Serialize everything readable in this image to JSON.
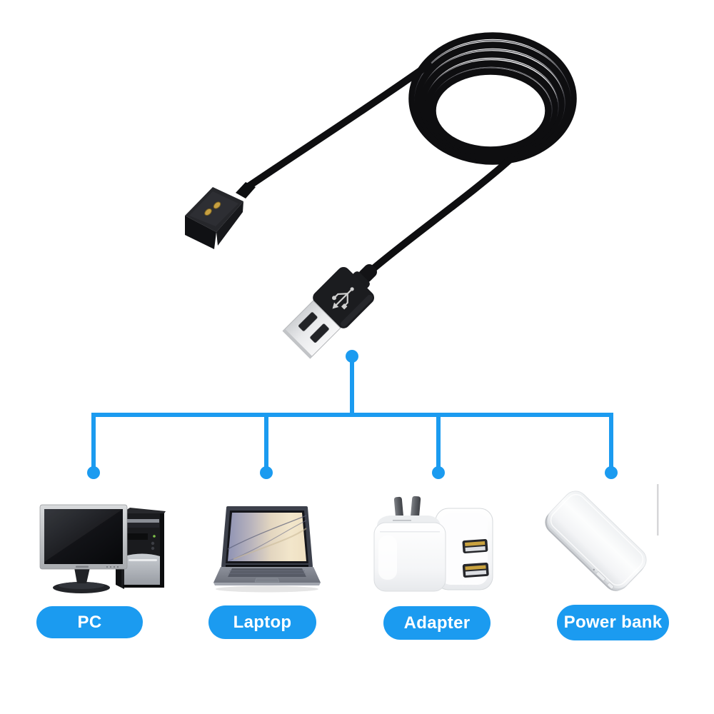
{
  "image": {
    "subject": "magnetic-watch-charger-usb-cable-compatibility-infographic",
    "background": "#ffffff"
  },
  "colors": {
    "accent": "#1b9bf0",
    "cable": "#0e0e10",
    "pill_text": "#ffffff"
  },
  "cable": {
    "parts": [
      {
        "name": "magnetic-charger-head",
        "pins": 2,
        "pin_color": "#c7a041"
      },
      {
        "name": "coiled-cable"
      },
      {
        "name": "usb-a-plug"
      }
    ]
  },
  "compatibility": {
    "items": [
      {
        "label": "PC",
        "image": "desktop-pc"
      },
      {
        "label": "Laptop",
        "image": "laptop"
      },
      {
        "label": "Adapter",
        "image": "dual-usb-wall-adapter"
      },
      {
        "label": "Power bank",
        "image": "power-bank"
      }
    ]
  }
}
